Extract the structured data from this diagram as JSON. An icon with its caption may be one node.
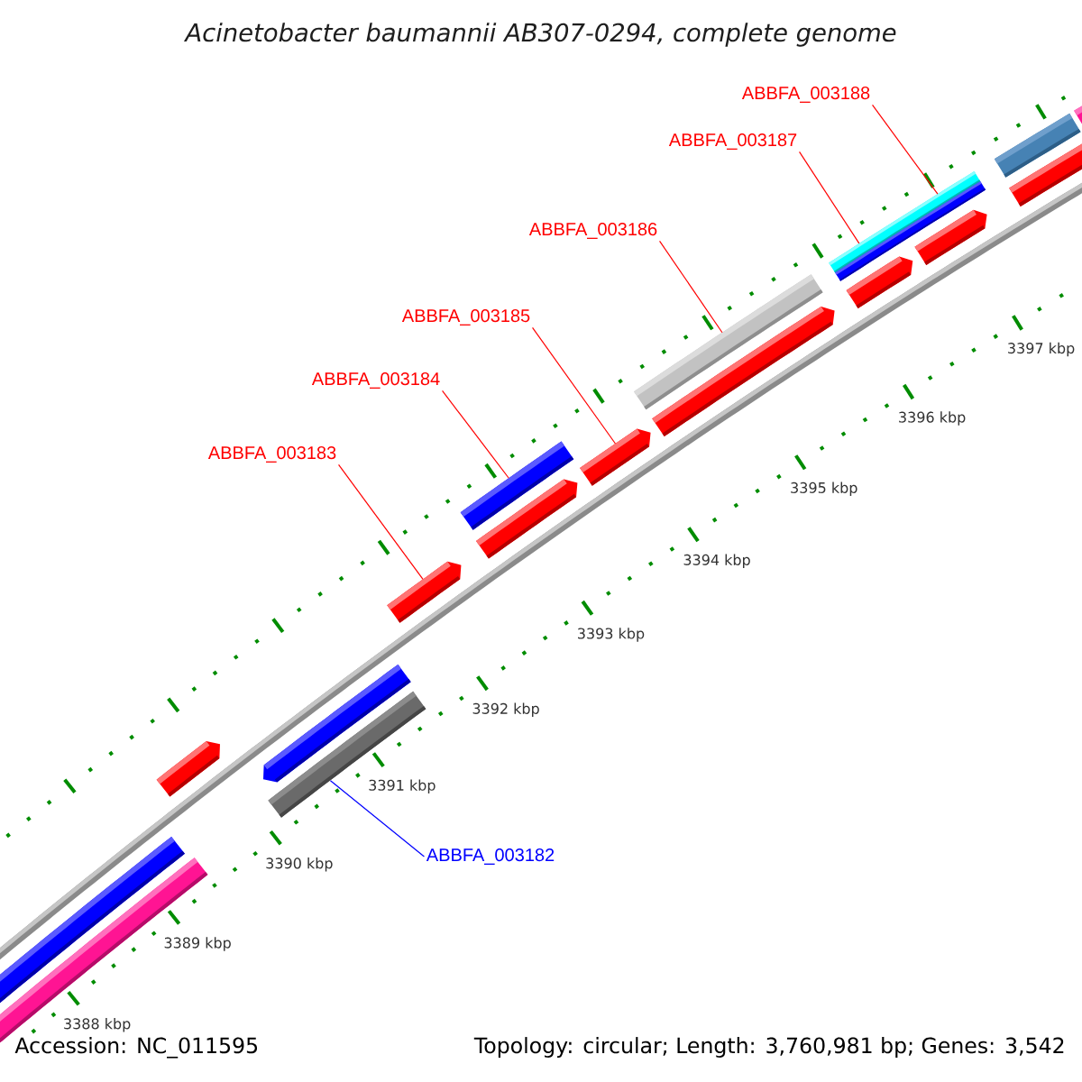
{
  "diagram": {
    "title": "Acinetobacter baumannii AB307-0294, complete genome",
    "nodes": [
      {
        "text": [
          "ABBFA_003188"
        ]
      },
      {
        "text": [
          "ABBFA_003187"
        ]
      },
      {
        "text": [
          "ABBFA_003186"
        ]
      },
      {
        "text": [
          "ABBFA_003185"
        ]
      },
      {
        "text": [
          "ABBFA_003184"
        ]
      },
      {
        "text": [
          "ABBFA_003183"
        ]
      },
      {
        "text": [
          "ABBFA_003182"
        ]
      },
      {
        "text": [],
        "shape": "bar"
      },
      {
        "text": [],
        "shape": "bar"
      },
      {
        "text": [],
        "shape": "bar"
      },
      {
        "text": [],
        "shape": "bar"
      },
      {
        "text": [],
        "shape": "bar"
      },
      {
        "text": [],
        "shape": "bar"
      },
      {
        "text": [],
        "shape": "bar"
      },
      {
        "text": [],
        "shape": "bar"
      },
      {
        "text": [],
        "shape": "bar"
      },
      {
        "text": [],
        "shape": "bar"
      },
      {
        "text": [],
        "shape": "bar"
      },
      {
        "text": [],
        "shape": "bar"
      },
      {
        "text": [],
        "shape": "bar"
      },
      {
        "text": [],
        "shape": "bar"
      },
      {
        "text": [],
        "shape": "bar"
      },
      {
        "text": [],
        "shape": "bar"
      },
      {
        "text": [],
        "shape": "bar"
      },
      {
        "text": [],
        "shape": "bar"
      }
    ],
    "edges": [
      {
        "from": 0,
        "to": 10,
        "arrow": "none"
      },
      {
        "from": 1,
        "to": 10,
        "arrow": "none"
      },
      {
        "from": 2,
        "to": 14,
        "arrow": "none"
      },
      {
        "from": 3,
        "to": 16,
        "arrow": "none"
      },
      {
        "from": 4,
        "to": 17,
        "arrow": "none"
      },
      {
        "from": 5,
        "to": 19,
        "arrow": "none"
      },
      {
        "from": 6,
        "to": 21,
        "arrow": "none",
        "color": "#0000ff"
      }
    ],
    "labels": [
      "3397 kbp",
      "3396 kbp",
      "3395 kbp",
      "3394 kbp",
      "3393 kbp",
      "3392 kbp",
      "3391 kbp",
      "3390 kbp",
      "3389 kbp",
      "3388 kbp",
      "Accession: NC_011595",
      "Topology: circular; Length: 3,760,981 bp; Genes: 3,542"
    ]
  }
}
